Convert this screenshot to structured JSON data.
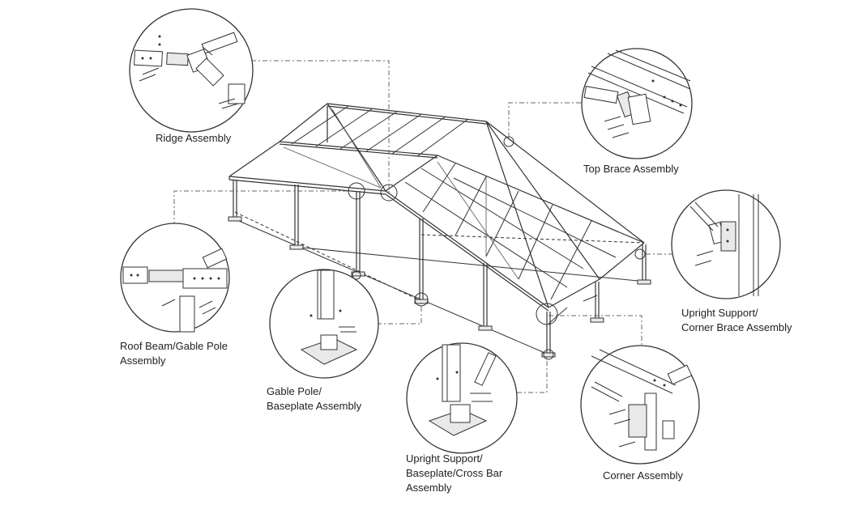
{
  "labels": {
    "ridge": [
      "Ridge Assembly"
    ],
    "top_brace": [
      "Top Brace Assembly"
    ],
    "roof_beam": [
      "Roof Beam/Gable Pole",
      "Assembly"
    ],
    "gable_pole": [
      "Gable Pole/",
      "Baseplate Assembly"
    ],
    "upright_baseplate": [
      "Upright Support/",
      "Baseplate/Cross Bar",
      "Assembly"
    ],
    "upright_corner_brace": [
      "Upright Support/",
      "Corner Brace Assembly"
    ],
    "corner": [
      "Corner Assembly"
    ]
  },
  "colors": {
    "line": "#333333",
    "leader": "#666666",
    "background": "#ffffff"
  }
}
